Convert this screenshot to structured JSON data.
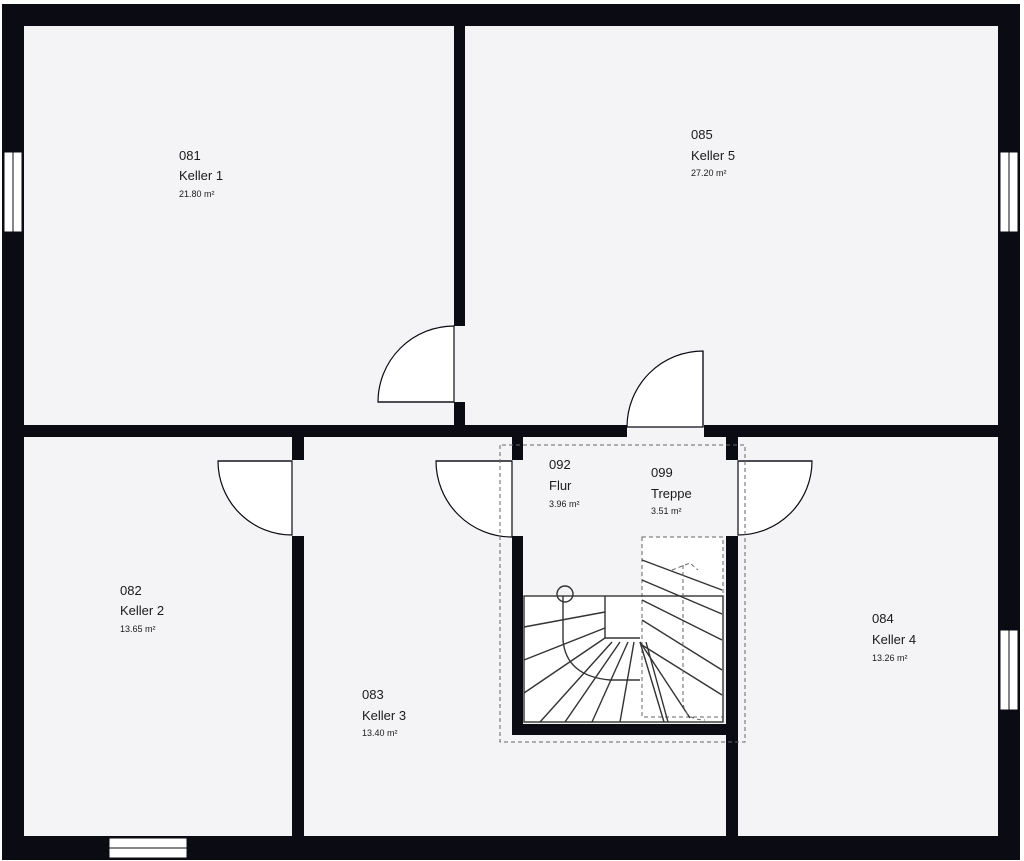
{
  "rooms": [
    {
      "id": "r081",
      "number": "081",
      "name": "Keller 1",
      "area": "21.80 m²"
    },
    {
      "id": "r085",
      "number": "085",
      "name": "Keller 5",
      "area": "27.20 m²"
    },
    {
      "id": "r082",
      "number": "082",
      "name": "Keller 2",
      "area": "13.65 m²"
    },
    {
      "id": "r083",
      "number": "083",
      "name": "Keller 3",
      "area": "13.40 m²"
    },
    {
      "id": "r092",
      "number": "092",
      "name": "Flur",
      "area": "3.96 m²"
    },
    {
      "id": "r099",
      "number": "099",
      "name": "Treppe",
      "area": "3.51 m²"
    },
    {
      "id": "r084",
      "number": "084",
      "name": "Keller 4",
      "area": "13.26 m²"
    }
  ],
  "colors": {
    "wall": "#0b0b14",
    "floor": "#f4f4f6",
    "background": "#ffffff"
  }
}
